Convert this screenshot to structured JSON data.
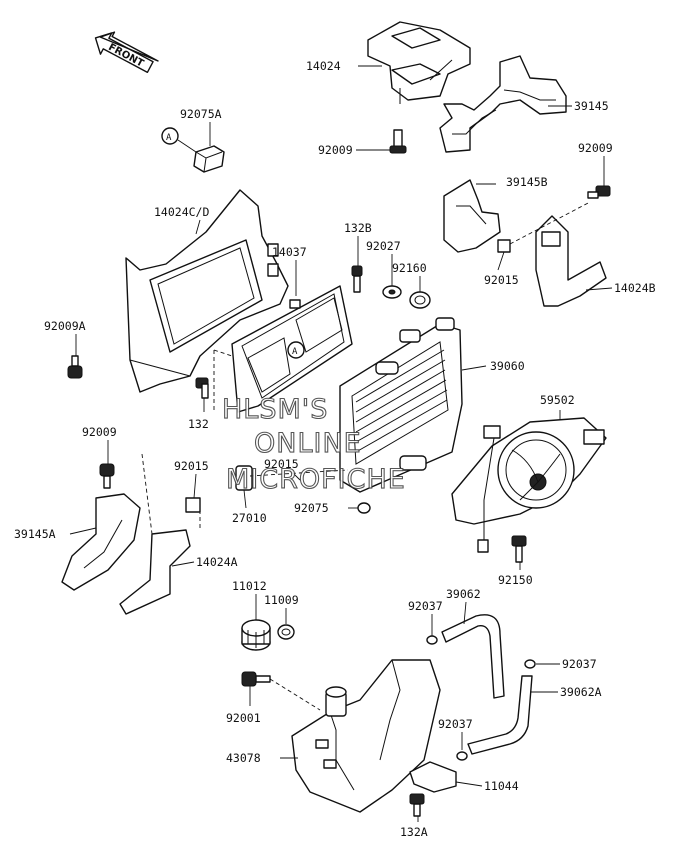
{
  "orientation": {
    "label": "FRONT"
  },
  "watermark": {
    "line1": "HLSM'S",
    "line2": "ONLINE",
    "line3": "MICROFICHE"
  },
  "callout": {
    "letter": "A"
  },
  "parts": {
    "p14024": "14024",
    "p39145": "39145",
    "p92009_top": "92009",
    "p92009_right": "92009",
    "p92075A": "92075A",
    "p39145B": "39145B",
    "p14024CD": "14024C/D",
    "p132B": "132B",
    "p92027": "92027",
    "p14037": "14037",
    "p92160": "92160",
    "p92015_right": "92015",
    "p14024B": "14024B",
    "p92009A": "92009A",
    "p39060": "39060",
    "p132": "132",
    "p59502": "59502",
    "p92009_left": "92009",
    "p92015_mid": "92015",
    "p92015_center": "92015",
    "p27010": "27010",
    "p92075": "92075",
    "p39145A": "39145A",
    "p14024A": "14024A",
    "p92150": "92150",
    "p11012": "11012",
    "p11009": "11009",
    "p92037_a": "92037",
    "p39062": "39062",
    "p92037_b": "92037",
    "p39062A": "39062A",
    "p92001": "92001",
    "p92037_c": "92037",
    "p43078": "43078",
    "p11044": "11044",
    "p132A": "132A"
  }
}
